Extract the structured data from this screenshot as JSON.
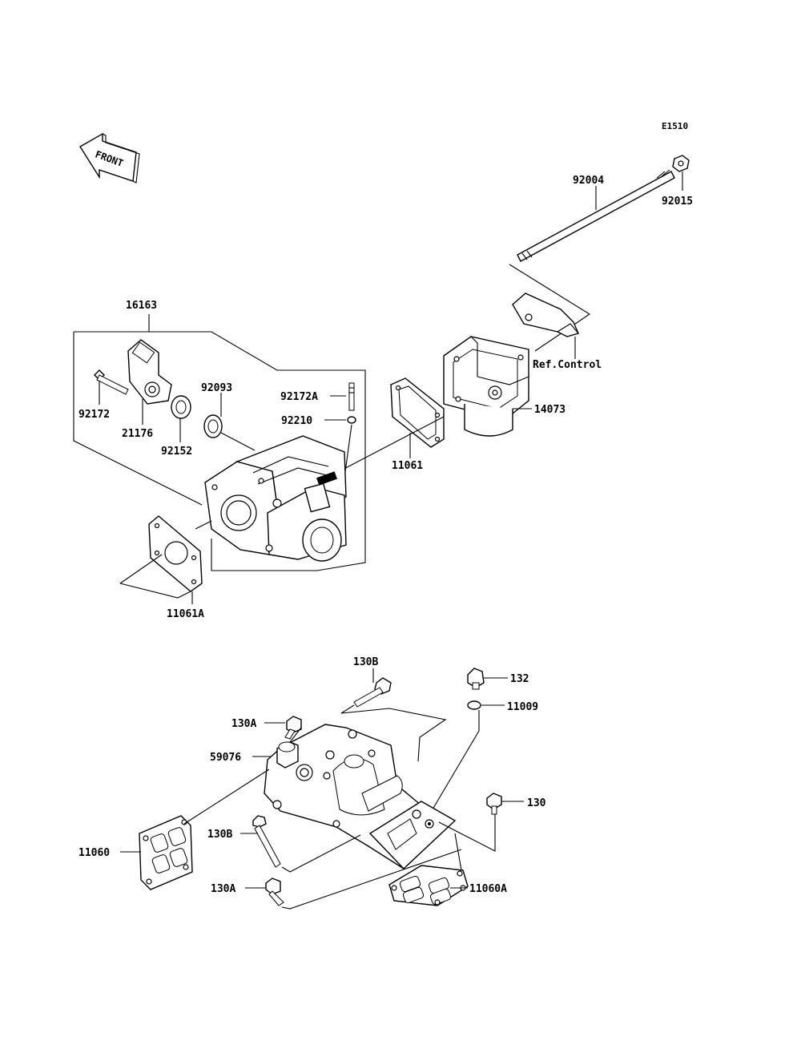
{
  "diagram_code": "E1510",
  "front_arrow_text": "FRONT",
  "labels": {
    "p92004": "92004",
    "p92015": "92015",
    "p16163": "16163",
    "ref_control": "Ref.Control",
    "p14073": "14073",
    "p92093": "92093",
    "p92172A": "92172A",
    "p92210": "92210",
    "p92172": "92172",
    "p21176": "21176",
    "p92152": "92152",
    "p11061": "11061",
    "p11061A": "11061A",
    "p130B_top": "130B",
    "p132": "132",
    "p11009": "11009",
    "p130A_top": "130A",
    "p59076": "59076",
    "p130": "130",
    "p130B_low": "130B",
    "p11060": "11060",
    "p130A_low": "130A",
    "p11060A": "11060A"
  },
  "colors": {
    "line": "#000000",
    "background": "#ffffff"
  }
}
